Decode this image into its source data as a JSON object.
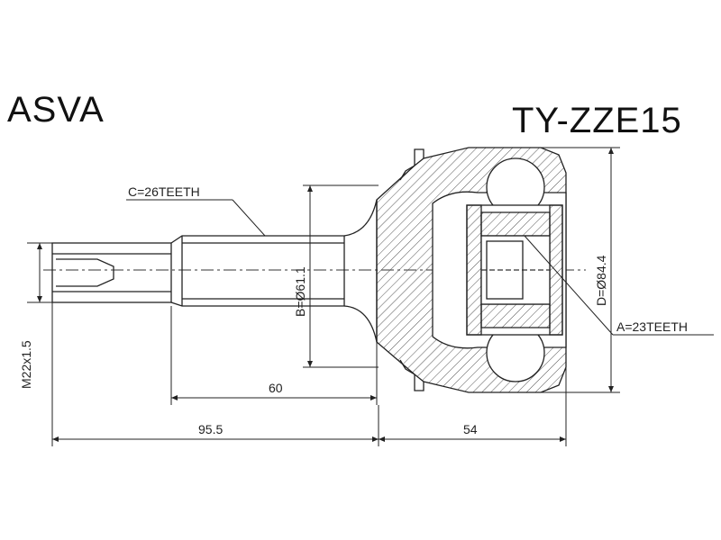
{
  "header": {
    "brand": "ASVA",
    "part_number": "TY-ZZE15"
  },
  "labels": {
    "outer_spline": "C=26TEETH",
    "inner_spline": "A=23TEETH",
    "diameter_b": "B=Ø61.1",
    "diameter_d": "D=Ø84.4",
    "thread": "M22x1.5"
  },
  "dimensions": {
    "shaft_length": "60",
    "total_length": "95.5",
    "housing_length": "54"
  },
  "colors": {
    "line": "#222222",
    "hatch": "#555555"
  }
}
